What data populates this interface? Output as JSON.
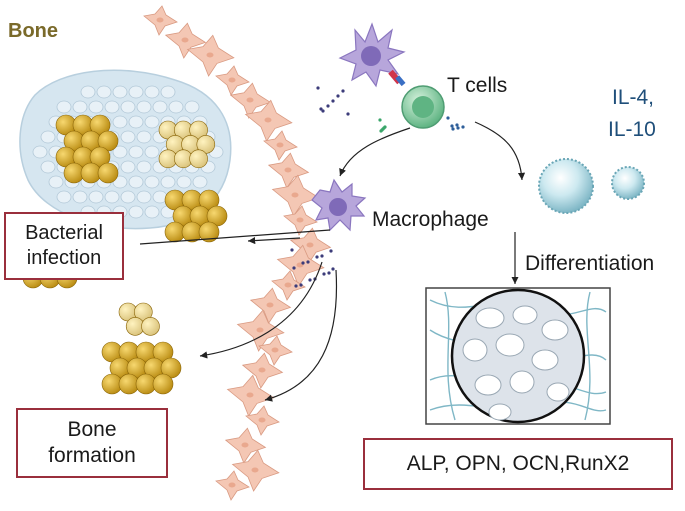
{
  "labels": {
    "bone": "Bone",
    "t_cells": "T cells",
    "cytokine_line1": "IL-4,",
    "cytokine_line2": "IL-10",
    "macrophage": "Macrophage",
    "differentiation": "Differentiation",
    "bacterial_line1": "Bacterial",
    "bacterial_line2": "infection",
    "bone_formation_line1": "Bone",
    "bone_formation_line2": "formation",
    "markers": "ALP, OPN, OCN,RunX2"
  },
  "colors": {
    "bone_title": "#7a6a2a",
    "cytokine_text": "#1f4f7a",
    "box_border": "#9a2f3c",
    "fibroblast": "#f4c7b4",
    "bacteria": "#d9a520",
    "bacteria_light": "#ecd98a",
    "bone_tissue": "#d6e6f0",
    "macrophage": "#b7a6db",
    "t_cell": "#8fd3a6",
    "stem_cell": "#b7dde6",
    "arrow": "#222222"
  },
  "icons": {
    "tissue": "bone-tissue-icon",
    "fibroblasts": "fibroblast-chain-icon",
    "bacteria": "bacteria-cluster-icon",
    "dendritic_cell": "dendritic-cell-icon",
    "t_cell": "t-cell-icon",
    "macrophage": "macrophage-icon",
    "stem_cells": "stem-cell-icon",
    "matrix": "bone-matrix-icon"
  }
}
